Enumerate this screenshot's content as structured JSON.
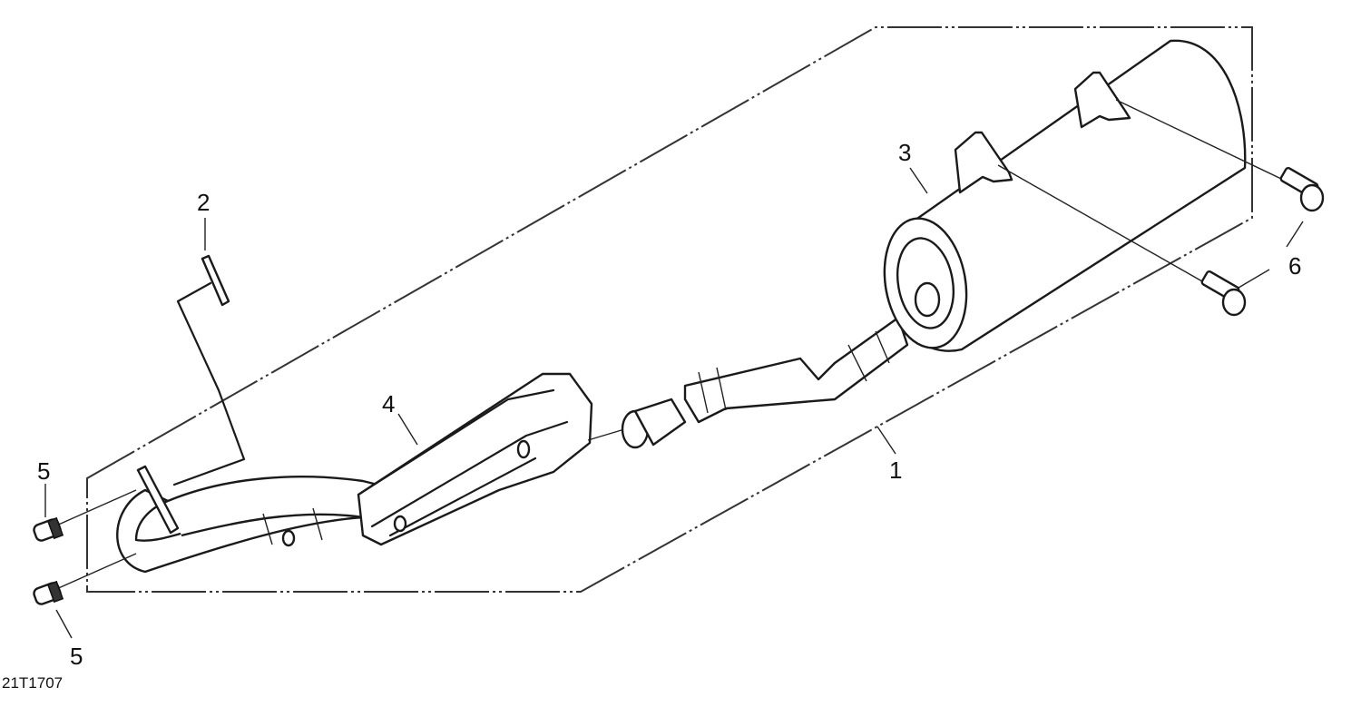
{
  "figure": {
    "id": "21T1707",
    "description": "Exploded view of exhaust system assembly"
  },
  "callouts": [
    {
      "number": "1",
      "part": "exhaust-system-assembly"
    },
    {
      "number": "2",
      "part": "spring-pin"
    },
    {
      "number": "3",
      "part": "muffler"
    },
    {
      "number": "4",
      "part": "heat-shield"
    },
    {
      "number": "5",
      "part": "stud-upper"
    },
    {
      "number": "5",
      "part": "stud-lower"
    },
    {
      "number": "6",
      "part": "bolt-front"
    },
    {
      "number": "6",
      "part": "bolt-rear"
    }
  ],
  "colors": {
    "line": "#1a1a1a",
    "background": "#ffffff"
  }
}
